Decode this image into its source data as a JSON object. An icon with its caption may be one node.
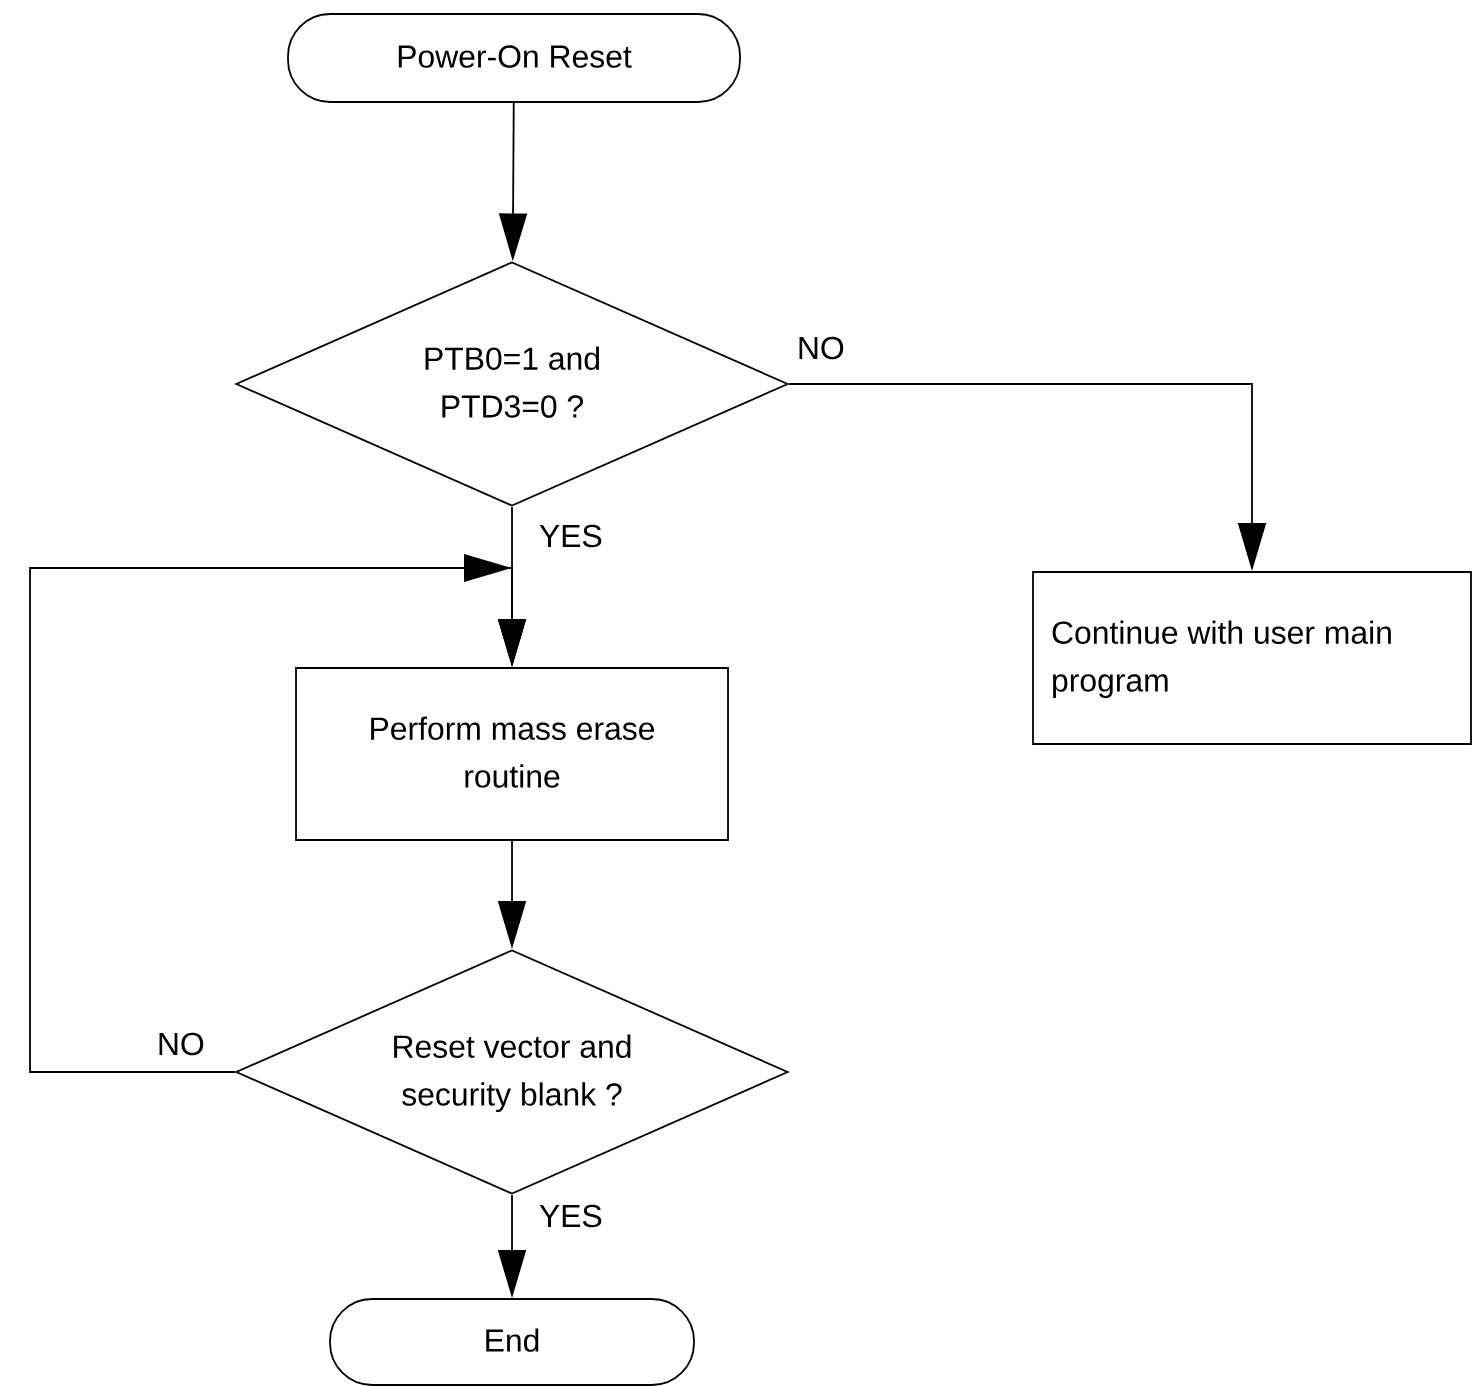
{
  "diagram": {
    "nodes": [
      {
        "text": [
          "Power-On Reset"
        ]
      },
      {
        "text": [
          "PTB0=1 and PTD3=0 ?"
        ]
      },
      {
        "text": [
          "Perform mass erase routine"
        ]
      },
      {
        "text": [
          "Continue with user main program"
        ]
      },
      {
        "text": [
          "Reset vector and security blank ?"
        ]
      },
      {
        "text": [
          "End"
        ]
      }
    ],
    "edges": [
      {
        "from": 0,
        "to": 1,
        "arrow": "to"
      },
      {
        "from": 1,
        "to": 2,
        "arrow": "to",
        "label": "YES"
      },
      {
        "from": 1,
        "to": 3,
        "arrow": "to",
        "label": "NO"
      },
      {
        "from": 2,
        "to": 4,
        "arrow": "to"
      },
      {
        "from": 4,
        "to": 2,
        "arrow": "to",
        "label": "NO"
      },
      {
        "from": 4,
        "to": 5,
        "arrow": "to",
        "label": "YES"
      }
    ]
  }
}
